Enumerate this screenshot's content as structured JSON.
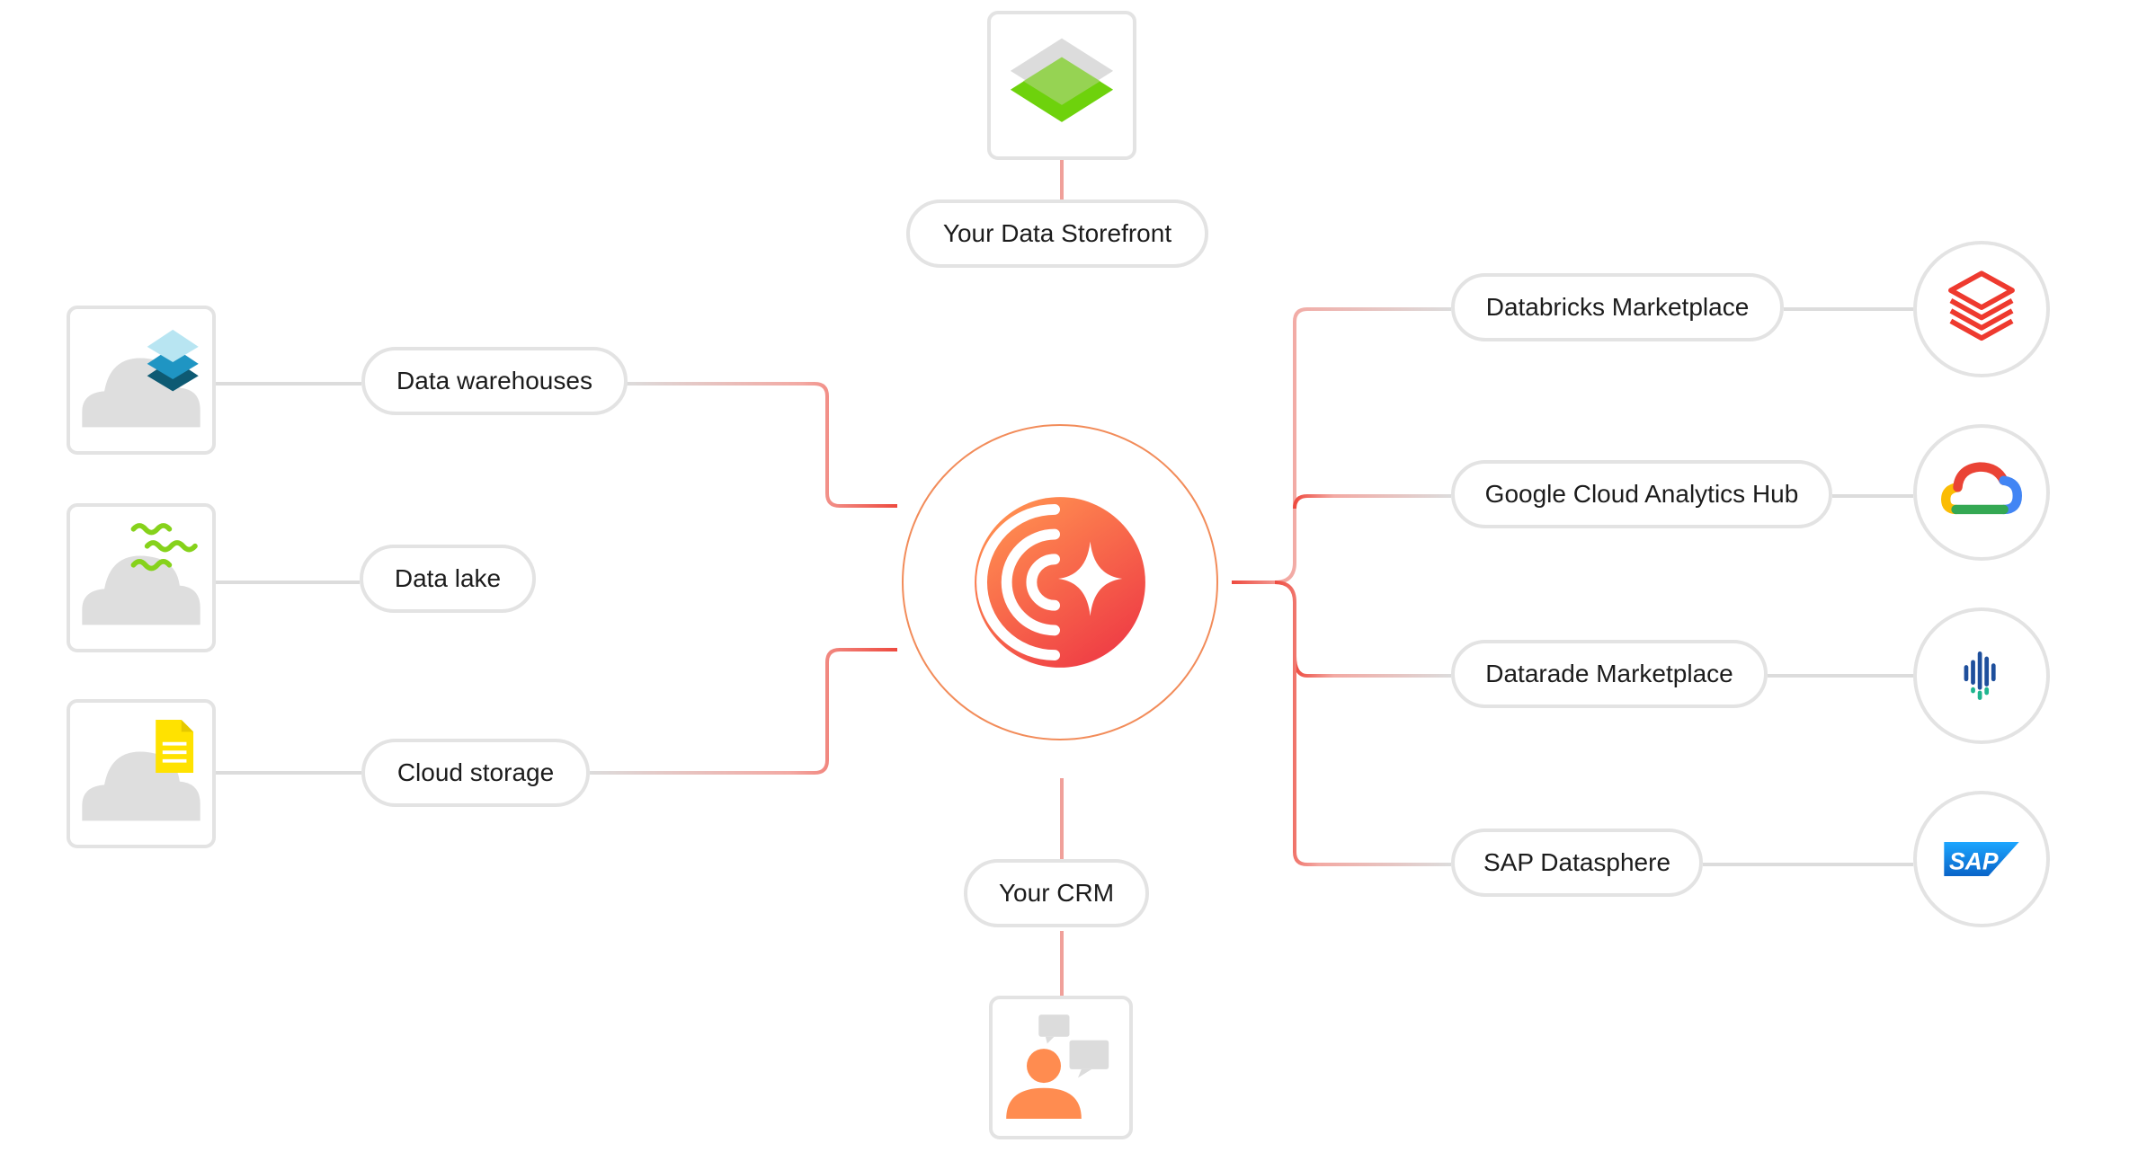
{
  "colors": {
    "accent": "#ee4a3f",
    "connector_gray": "#dcdcdc",
    "border_gray": "#e3e3e3",
    "hub_ring": "#f28c5a"
  },
  "top": {
    "label": "Your Data Storefront",
    "icon": "green-stacked-layers-icon"
  },
  "bottom": {
    "label": "Your CRM",
    "icon": "person-with-chat-bubbles-icon"
  },
  "hub": {
    "icon": "orange-signal-sparkle-logo-icon"
  },
  "left": [
    {
      "label": "Data warehouses",
      "icon": "cloud-with-layers-icon"
    },
    {
      "label": "Data lake",
      "icon": "cloud-with-waves-icon"
    },
    {
      "label": "Cloud storage",
      "icon": "cloud-with-document-icon"
    }
  ],
  "right": [
    {
      "label": "Databricks Marketplace",
      "icon": "databricks-logo-icon"
    },
    {
      "label": "Google Cloud Analytics Hub",
      "icon": "google-cloud-logo-icon"
    },
    {
      "label": "Datarade Marketplace",
      "icon": "datarade-logo-icon"
    },
    {
      "label": "SAP Datasphere",
      "icon": "sap-logo-icon",
      "logo_text": "SAP"
    }
  ]
}
